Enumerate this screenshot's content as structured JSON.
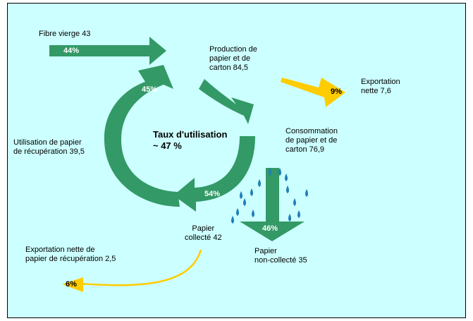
{
  "colors": {
    "background": "#ccffff",
    "flow_green": "#339966",
    "export_yellow": "#ffcc00",
    "drop_blue": "#1e7fb8"
  },
  "center_label": "Taux d'utilisation\n~ 47 %",
  "nodes": {
    "fibre_vierge": "Fibre vierge 43",
    "production": "Production de\npapier et de\ncarton 84,5",
    "exportation_nette": "Exportation\nnette 7,6",
    "consommation": "Consommation\nde papier et de\ncarton 76,9",
    "utilisation": "Utilisation de papier\nde récupération 39,5",
    "papier_collecte": "Papier\ncollecté 42",
    "papier_non_collecte": "Papier\nnon-collecté 35",
    "export_recup": "Exportation nette de\npapier de récupération 2,5"
  },
  "percentages": {
    "fibre_vierge": "44%",
    "recuperation": "45%",
    "exportation": "9%",
    "collecte": "54%",
    "non_collecte": "46%",
    "export_recup": "6%"
  }
}
